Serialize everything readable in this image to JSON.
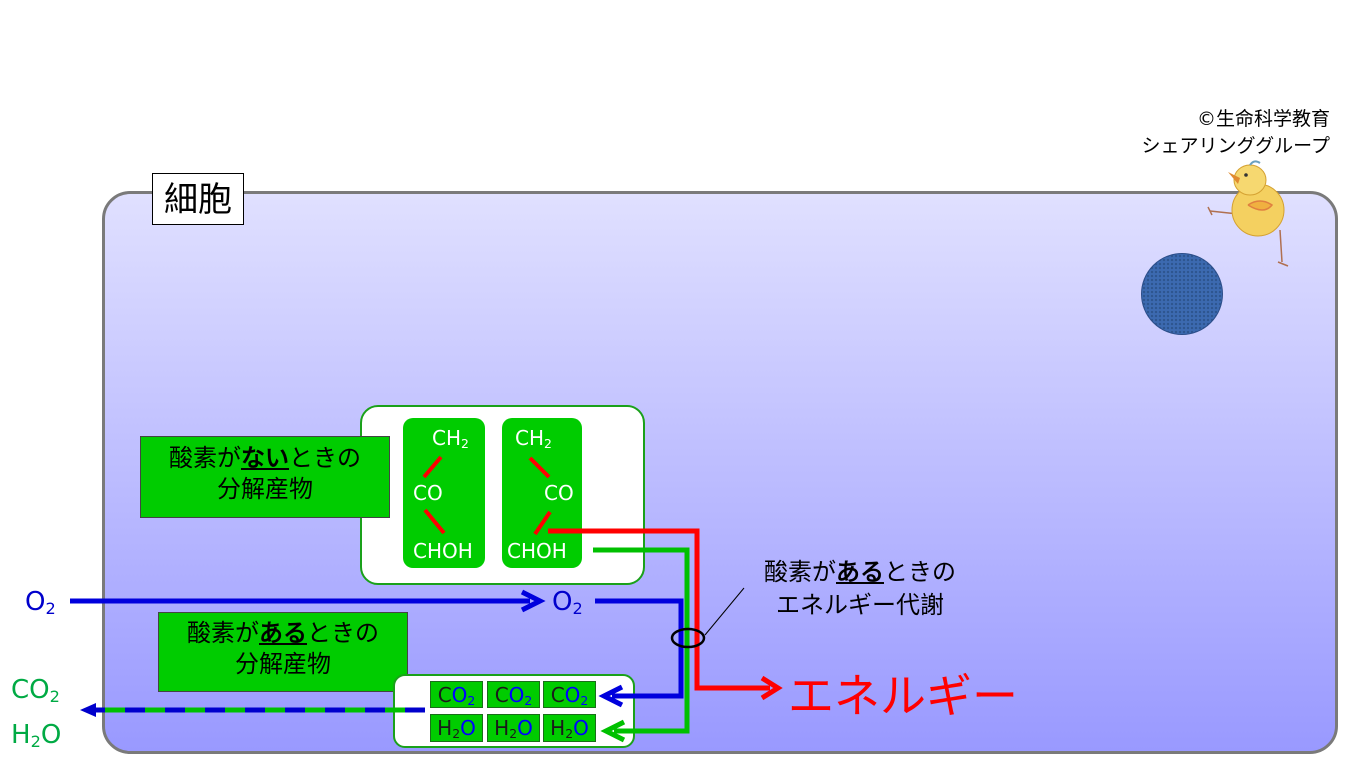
{
  "cell": {
    "label": "細胞"
  },
  "credit": {
    "line1": "©生命科学教育",
    "line2": "シェアリンググループ"
  },
  "anaerobic_label": {
    "text1": "酸素が",
    "emph": "ない",
    "text2": "ときの",
    "text3": "分解産物"
  },
  "aerobic_label": {
    "text1": "酸素が",
    "emph": "ある",
    "text2": "ときの",
    "text3": "分解産物"
  },
  "metabolism_label": {
    "text1": "酸素が",
    "emph": "ある",
    "text2": "ときの",
    "line2": "エネルギー代謝"
  },
  "molecules": [
    {
      "top": "CH",
      "top_sub": "2",
      "mid": "CO",
      "bottom": "CHOH"
    },
    {
      "top": "CH",
      "top_sub": "2",
      "mid": "CO",
      "bottom": "CHOH"
    }
  ],
  "oxygen_in": {
    "outer": "O",
    "outer_sub": "2",
    "inner": "O",
    "inner_sub": "2"
  },
  "products": {
    "co2": {
      "c": "C",
      "o": "O",
      "sub": "2"
    },
    "h2o": {
      "h": "H",
      "sub": "2",
      "o": "O"
    }
  },
  "outputs": {
    "co2_a": "CO",
    "co2_sub": "2",
    "h2o_h": "H",
    "h2o_sub": "2",
    "h2o_o": "O"
  },
  "energy": "エネルギー",
  "colors": {
    "energy": "#ff0000",
    "oxygen": "#0000dd",
    "water": "#00c000",
    "carbon": "#00aa44"
  },
  "icons": {
    "mascot": "chick-icon",
    "nucleus": "nucleus-circle"
  }
}
